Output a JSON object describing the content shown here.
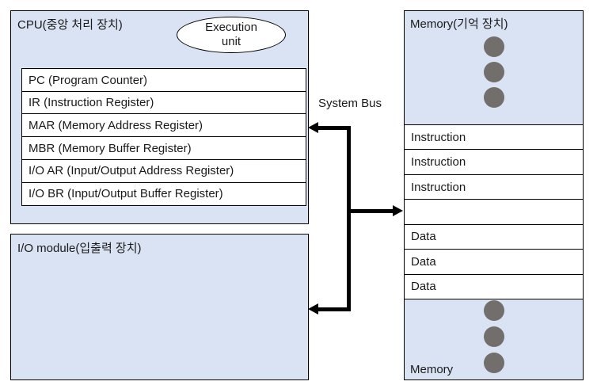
{
  "colors": {
    "panel_fill": "#dae3f3",
    "row_fill": "#ffffff",
    "border": "#000000",
    "dot_gray": "#716e6b",
    "bus_black": "#000000"
  },
  "cpu": {
    "title": "CPU(중앙 처리 장치)",
    "execution_unit": {
      "line1": "Execution",
      "line2": "unit"
    },
    "registers": [
      "PC (Program Counter)",
      "IR (Instruction Register)",
      "MAR (Memory Address Register)",
      "MBR (Memory Buffer Register)",
      "I/O AR (Input/Output Address Register)",
      "I/O BR (Input/Output Buffer Register)"
    ]
  },
  "bus": {
    "label": "System Bus"
  },
  "io_module": {
    "title": "I/O module(입출력 장치)"
  },
  "memory": {
    "title": "Memory(기억 장치)",
    "rows": [
      "Instruction",
      "Instruction",
      "Instruction",
      "",
      "Data",
      "Data",
      "Data"
    ],
    "bottom_label": "Memory"
  }
}
